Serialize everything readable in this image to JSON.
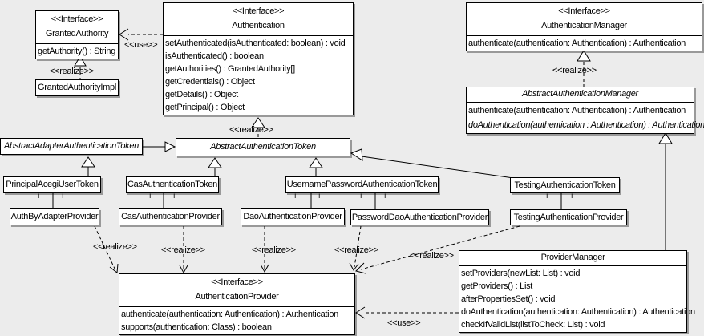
{
  "labels": {
    "realize": "<<realize>>",
    "use": "<<use>>",
    "plus": "+"
  },
  "boxes": {
    "granted_authority": {
      "stereotype": "<<Interface>>",
      "name": "GrantedAuthority",
      "methods": [
        "getAuthority() : String"
      ]
    },
    "granted_authority_impl": {
      "name": "GrantedAuthorityImpl"
    },
    "authentication": {
      "stereotype": "<<Interface>>",
      "name": "Authentication",
      "methods": [
        "setAuthenticated(isAuthenticated: boolean) : void",
        "isAuthenticated() : boolean",
        "getAuthorities() : GrantedAuthority[]",
        "getCredentials() : Object",
        "getDetails() : Object",
        "getPrincipal() : Object"
      ]
    },
    "authentication_manager": {
      "stereotype": "<<Interface>>",
      "name": "AuthenticationManager",
      "methods": [
        "authenticate(authentication: Authentication) : Authentication"
      ]
    },
    "abstract_authentication_manager": {
      "name": "AbstractAuthenticationManager",
      "methods": [
        "authenticate(authentication: Authentication) : Authentication",
        "doAuthentication(authentication : Authentication) : Authentication"
      ]
    },
    "abstract_adapter_authentication_token": {
      "name": "AbstractAdapterAuthenticationToken"
    },
    "abstract_authentication_token": {
      "name": "AbstractAuthenticationToken"
    },
    "principal_acegi_user_token": {
      "name": "PrincipalAcegiUserToken"
    },
    "cas_authentication_token": {
      "name": "CasAuthenticationToken"
    },
    "username_password_authentication_token": {
      "name": "UsernamePasswordAuthenticationToken"
    },
    "testing_authentication_token": {
      "name": "TestingAuthenticationToken"
    },
    "auth_by_adapter_provider": {
      "name": "AuthByAdapterProvider"
    },
    "cas_authentication_provider": {
      "name": "CasAuthenticationProvider"
    },
    "dao_authentication_provider": {
      "name": "DaoAuthenticationProvider"
    },
    "password_dao_authentication_provider": {
      "name": "PasswordDaoAuthenticationProvider"
    },
    "testing_authentication_provider": {
      "name": "TestingAuthenticationProvider"
    },
    "authentication_provider": {
      "stereotype": "<<Interface>>",
      "name": "AuthenticationProvider",
      "methods": [
        "authenticate(authentication: Authentication) : Authentication",
        "supports(authentication: Class) : boolean"
      ]
    },
    "provider_manager": {
      "name": "ProviderManager",
      "methods": [
        "setProviders(newList: List) : void",
        "getProviders() : List",
        "afterPropertiesSet() : void",
        "doAuthentication(authentication: Authentication) : Authentication",
        "checkIfValidList(listToCheck: List) : void"
      ]
    }
  },
  "colors": {
    "background": "#ececec",
    "box_fill": "#ffffff",
    "line": "#000000"
  }
}
